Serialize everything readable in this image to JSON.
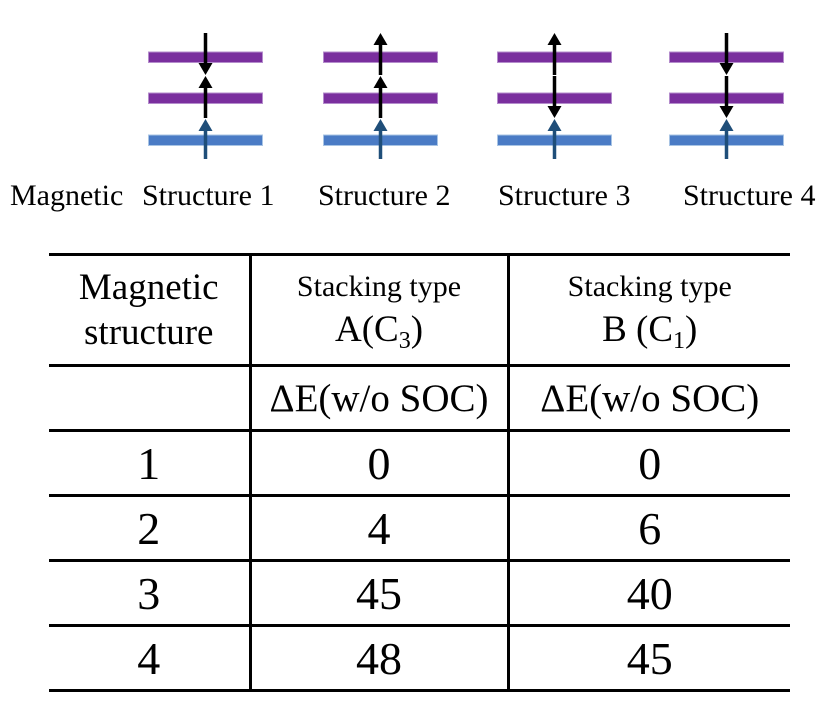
{
  "colors": {
    "background": "#ffffff",
    "layer_purple": "#7a2f9e",
    "layer_purple_edge": "#b48ccc",
    "substrate_blue": "#4a7bc5",
    "substrate_blue_edge": "#a8c4e4",
    "spin_arrow_black": "#000000",
    "substrate_arrow_blue": "#1f4e79",
    "table_line": "#000000",
    "text": "#000000"
  },
  "diagram": {
    "prefix": "Magnetic",
    "structures": [
      {
        "label": "Structure 1",
        "arrows": [
          "down",
          "up",
          "up"
        ]
      },
      {
        "label": "Structure 2",
        "arrows": [
          "up",
          "up",
          "up"
        ]
      },
      {
        "label": "Structure 3",
        "arrows": [
          "up",
          "down",
          "up"
        ]
      },
      {
        "label": "Structure 4",
        "arrows": [
          "down",
          "down",
          "up"
        ]
      }
    ]
  },
  "table": {
    "header": {
      "col1": [
        "Magnetic",
        "structure"
      ],
      "col2": {
        "line1": "Stacking type",
        "formula_pre": "A(C",
        "formula_sub": "3",
        "formula_post": ")"
      },
      "col3": {
        "line1": "Stacking type",
        "formula_pre": "B (C",
        "formula_sub": "1",
        "formula_post": ")"
      }
    },
    "subheader": {
      "col1": "",
      "col2": "ΔE(w/o SOC)",
      "col3": "ΔE(w/o SOC)"
    },
    "rows": [
      {
        "structure": "1",
        "a": "0",
        "b": "0"
      },
      {
        "structure": "2",
        "a": "4",
        "b": "6"
      },
      {
        "structure": "3",
        "a": "45",
        "b": "40"
      },
      {
        "structure": "4",
        "a": "48",
        "b": "45"
      }
    ]
  },
  "chart_data": {
    "type": "table",
    "columns": [
      "Magnetic structure",
      "Stacking type A(C3) — ΔE(w/o SOC)",
      "Stacking type B (C1) — ΔE(w/o SOC)"
    ],
    "rows": [
      [
        1,
        0,
        0
      ],
      [
        2,
        4,
        6
      ],
      [
        3,
        45,
        40
      ],
      [
        4,
        48,
        45
      ]
    ],
    "spin_configurations": {
      "Structure 1": [
        "down",
        "up",
        "up"
      ],
      "Structure 2": [
        "up",
        "up",
        "up"
      ],
      "Structure 3": [
        "up",
        "down",
        "up"
      ],
      "Structure 4": [
        "down",
        "down",
        "up"
      ]
    }
  }
}
